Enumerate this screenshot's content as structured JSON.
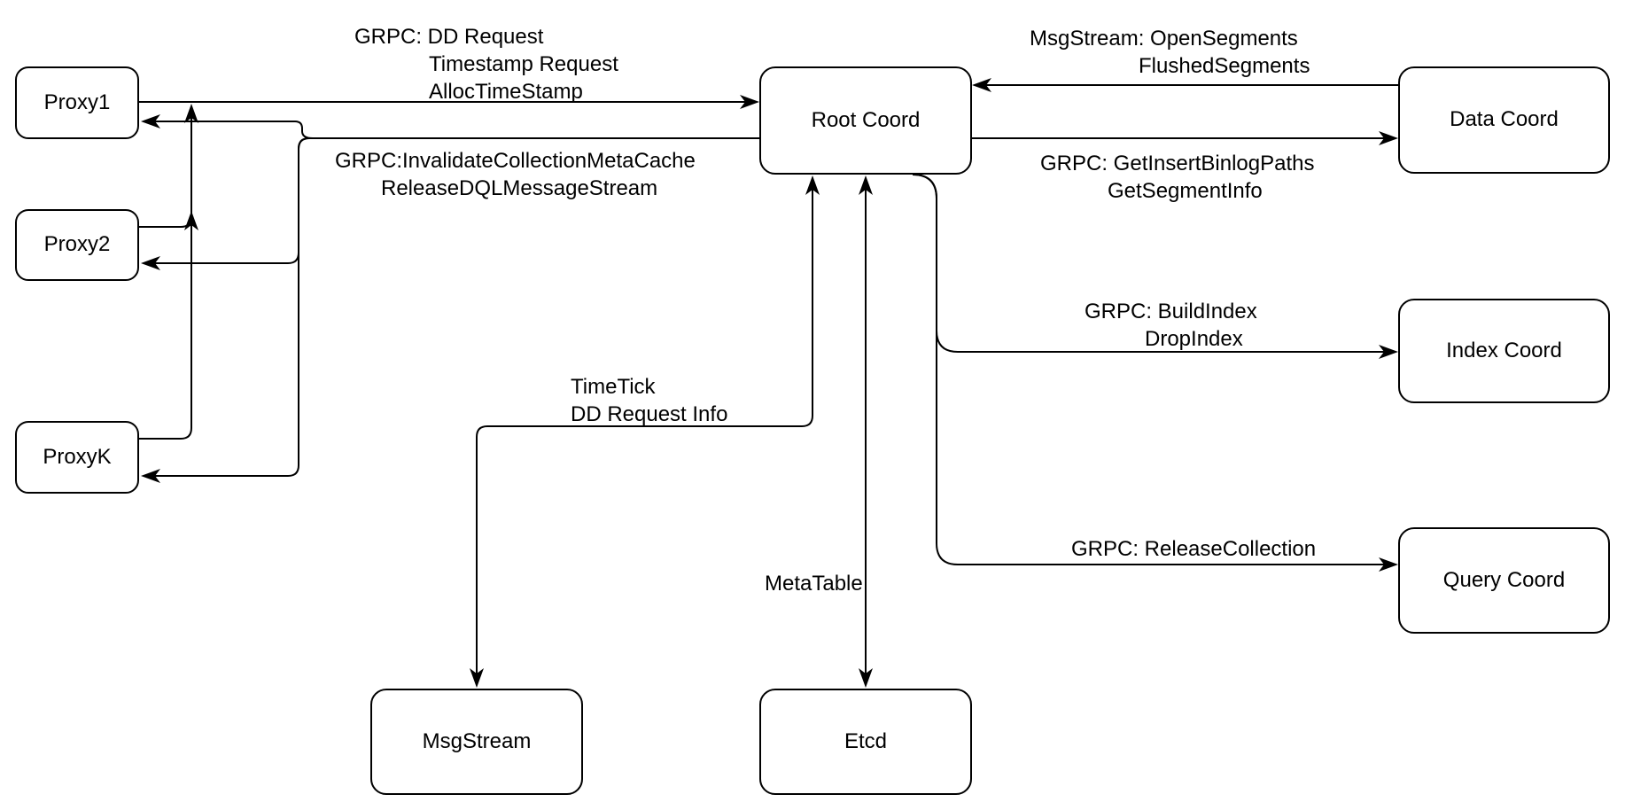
{
  "colors": {
    "background": "#ffffff",
    "stroke": "#000000",
    "text": "#000000"
  },
  "nodes": [
    {
      "label": "Proxy1"
    },
    {
      "label": "Proxy2"
    },
    {
      "label": "ProxyK"
    },
    {
      "label": "Root Coord"
    },
    {
      "label": "Data Coord"
    },
    {
      "label": "Index Coord"
    },
    {
      "label": "Query Coord"
    },
    {
      "label": "MsgStream"
    },
    {
      "label": "Etcd"
    }
  ],
  "edges": [
    {
      "from": "Proxy1",
      "to": "Root Coord",
      "label_lines": [
        "GRPC: DD Request",
        "Timestamp Request",
        "AllocTimeStamp"
      ]
    },
    {
      "from": "Root Coord",
      "to": "Proxy1, Proxy2, ProxyK",
      "label_lines": [
        "GRPC:InvalidateCollectionMetaCache",
        "ReleaseDQLMessageStream"
      ]
    },
    {
      "from": "Proxy2",
      "to": "Proxy1 request line",
      "label_lines": []
    },
    {
      "from": "ProxyK",
      "to": "Proxy2 request line",
      "label_lines": []
    },
    {
      "from": "Data Coord",
      "to": "Root Coord",
      "label_lines": [
        "MsgStream: OpenSegments",
        "FlushedSegments"
      ]
    },
    {
      "from": "Root Coord",
      "to": "Data Coord",
      "label_lines": [
        "GRPC: GetInsertBinlogPaths",
        "GetSegmentInfo"
      ]
    },
    {
      "from": "Root Coord",
      "to": "Index Coord",
      "label_lines": [
        "GRPC: BuildIndex",
        "DropIndex"
      ]
    },
    {
      "from": "Root Coord",
      "to": "Query Coord",
      "label_lines": [
        "GRPC: ReleaseCollection"
      ]
    },
    {
      "from": "Root Coord",
      "to": "MsgStream",
      "label_lines": [
        "TimeTick",
        "DD Request Info"
      ]
    },
    {
      "from": "Root Coord",
      "to": "Etcd",
      "label_lines": [
        "MetaTable"
      ]
    }
  ]
}
